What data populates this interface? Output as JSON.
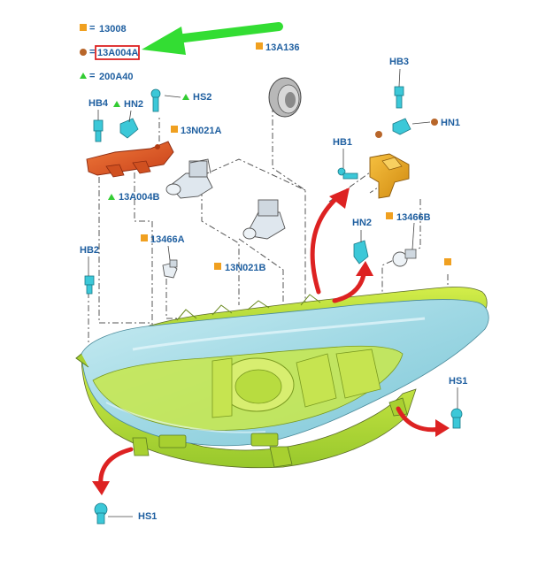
{
  "legend": {
    "square_code": "13008",
    "circle_code": "13A004A",
    "triangle_code": "200A40",
    "equals": "="
  },
  "labels": {
    "hb4": "HB4",
    "hn2_top": "HN2",
    "hs2": "HS2",
    "a13136": "13A136",
    "hb3": "HB3",
    "hn1": "HN1",
    "hb1": "HB1",
    "n021a": "13N021A",
    "a004b": "13A004B",
    "hn2_mid": "HN2",
    "a466b": "13466B",
    "hb2": "HB2",
    "a466a": "13466A",
    "n021b": "13N021B",
    "hs1_right": "HS1",
    "hs1_bottom": "HS1"
  },
  "colors": {
    "label_blue": "#1f5fa0",
    "square_orange": "#f0a020",
    "circle_brown": "#b8662a",
    "triangle_green": "#33cc33",
    "pointer_green": "#33dd33",
    "highlight_red": "#dd2222",
    "bracket_red": "#e05a2a",
    "bracket_amber": "#e8a020",
    "lens_green": "#b8e03a",
    "lens_blue": "#9ed4e0",
    "fastener_cyan": "#3cc8d8"
  }
}
